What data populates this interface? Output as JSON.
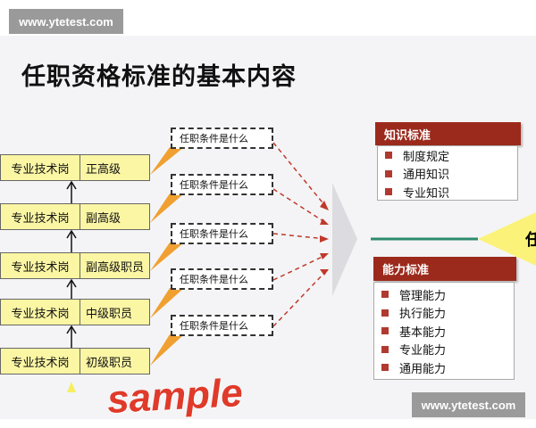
{
  "watermark_top": "www.ytetest.com",
  "watermark_bottom": "www.ytetest.com",
  "title": "任职资格标准的基本内容",
  "rows": [
    {
      "a": "专业技术岗",
      "b": "正高级"
    },
    {
      "a": "专业技术岗",
      "b": "副高级"
    },
    {
      "a": "专业技术岗",
      "b": "副高级职员"
    },
    {
      "a": "专业技术岗",
      "b": "中级职员"
    },
    {
      "a": "专业技术岗",
      "b": "初级职员"
    }
  ],
  "question": "任职条件是什么",
  "sample_watermark": "sample",
  "knowledge": {
    "header": "知识标准",
    "items": [
      "制度规定",
      "通用知识",
      "专业知识"
    ]
  },
  "ability": {
    "header": "能力标准",
    "items": [
      "管理能力",
      "执行能力",
      "基本能力",
      "专业能力",
      "通用能力"
    ]
  },
  "cut_text": "任",
  "colors": {
    "header": "#9b2a1c",
    "row_fill": "#fbf6a4",
    "callout": "#f0a030",
    "arrow": "#c0392b",
    "line": "#2e8b6e"
  }
}
